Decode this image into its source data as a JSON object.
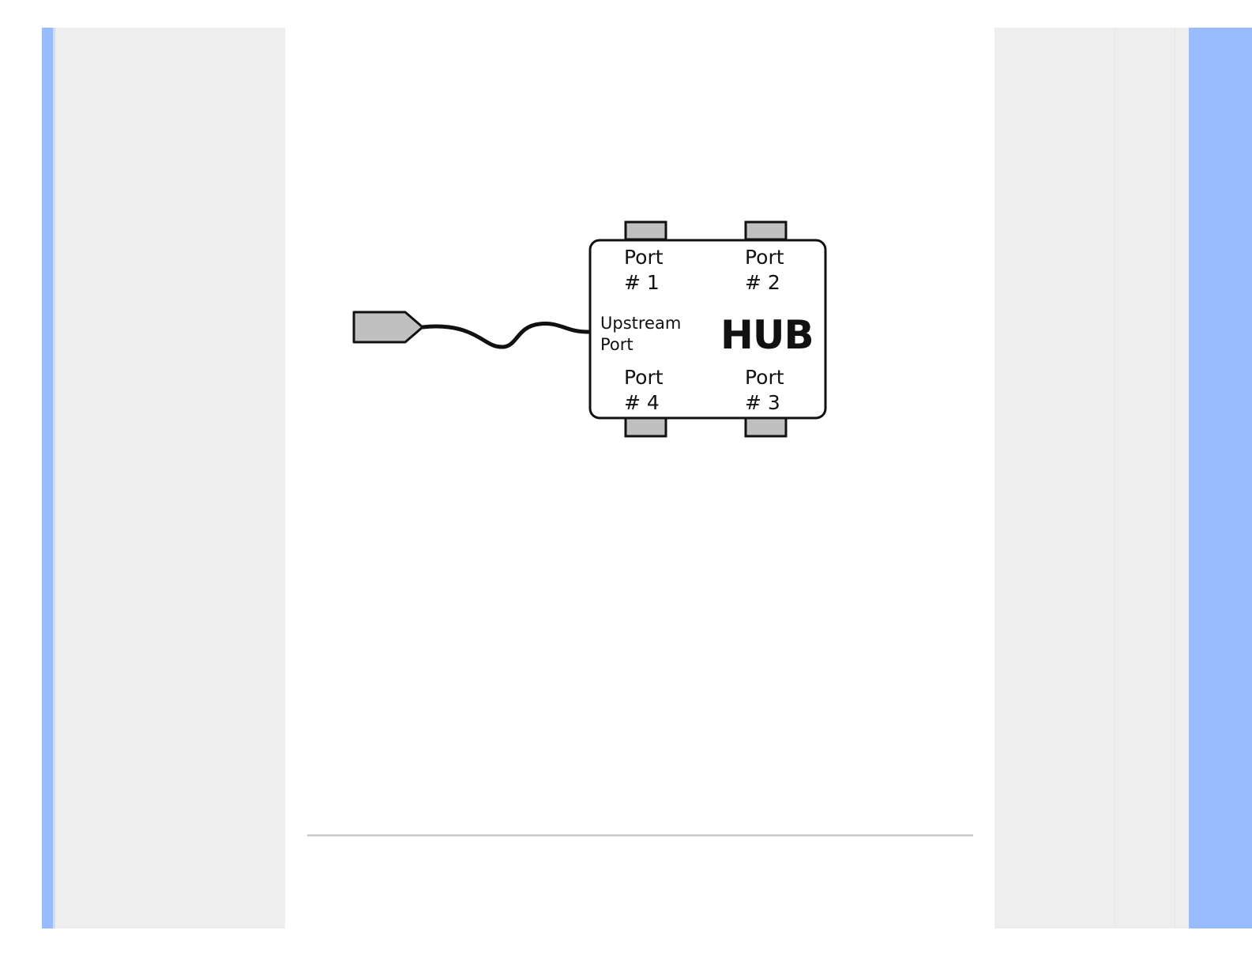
{
  "diagram": {
    "hub_label": "HUB",
    "upstream": {
      "line1": "Upstream",
      "line2": "Port"
    },
    "ports": [
      {
        "word": "Port",
        "number": "# 1"
      },
      {
        "word": "Port",
        "number": "# 2"
      },
      {
        "word": "Port",
        "number": "# 4"
      },
      {
        "word": "Port",
        "number": "# 3"
      }
    ]
  },
  "colors": {
    "frame_blue": "#99bbff",
    "frame_gray": "#eeeeee",
    "port_fill": "#c0c0c0",
    "outline": "#111111"
  }
}
